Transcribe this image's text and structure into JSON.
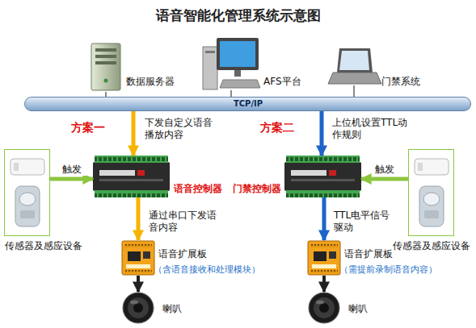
{
  "diagram": {
    "title": "语音智能化管理系统示意图",
    "nodes": [
      {
        "text": [
          "数据服务器"
        ]
      },
      {
        "text": [
          "AFS平台"
        ]
      },
      {
        "text": [
          "门禁系统"
        ]
      },
      {
        "text": [
          "TCP/IP"
        ]
      },
      {
        "text": [
          "传感器及感应设备"
        ]
      },
      {
        "text": [
          "语音控制器"
        ]
      },
      {
        "text": [
          "门禁控制器"
        ]
      },
      {
        "text": [
          "传感器及感应设备"
        ]
      },
      {
        "text": [
          "语音扩展板",
          "（含语音接收和处理模块）"
        ]
      },
      {
        "text": [
          "语音扩展板",
          "（需提前录制语音内容）"
        ]
      },
      {
        "text": [
          "喇叭"
        ]
      },
      {
        "text": [
          "喇叭"
        ]
      }
    ],
    "edges": [
      {
        "from": 0,
        "to": 3,
        "arrow": "none"
      },
      {
        "from": 1,
        "to": 3,
        "arrow": "none"
      },
      {
        "from": 2,
        "to": 3,
        "arrow": "none"
      },
      {
        "from": 3,
        "to": 5,
        "label": "下发自定义语音播放内容",
        "arrow": "to"
      },
      {
        "from": 3,
        "to": 6,
        "label": "上位机设置TTL动作规则",
        "arrow": "to"
      },
      {
        "from": 4,
        "to": 5,
        "label": "触发",
        "arrow": "to"
      },
      {
        "from": 7,
        "to": 6,
        "label": "触发",
        "arrow": "to"
      },
      {
        "from": 5,
        "to": 8,
        "label": "通过串口下发语音内容",
        "arrow": "to"
      },
      {
        "from": 6,
        "to": 9,
        "label": "TTL电平信号驱动",
        "arrow": "to"
      },
      {
        "from": 8,
        "to": 10,
        "arrow": "to"
      },
      {
        "from": 9,
        "to": 11,
        "arrow": "to"
      }
    ],
    "labels": [
      "方案一",
      "方案二"
    ]
  }
}
